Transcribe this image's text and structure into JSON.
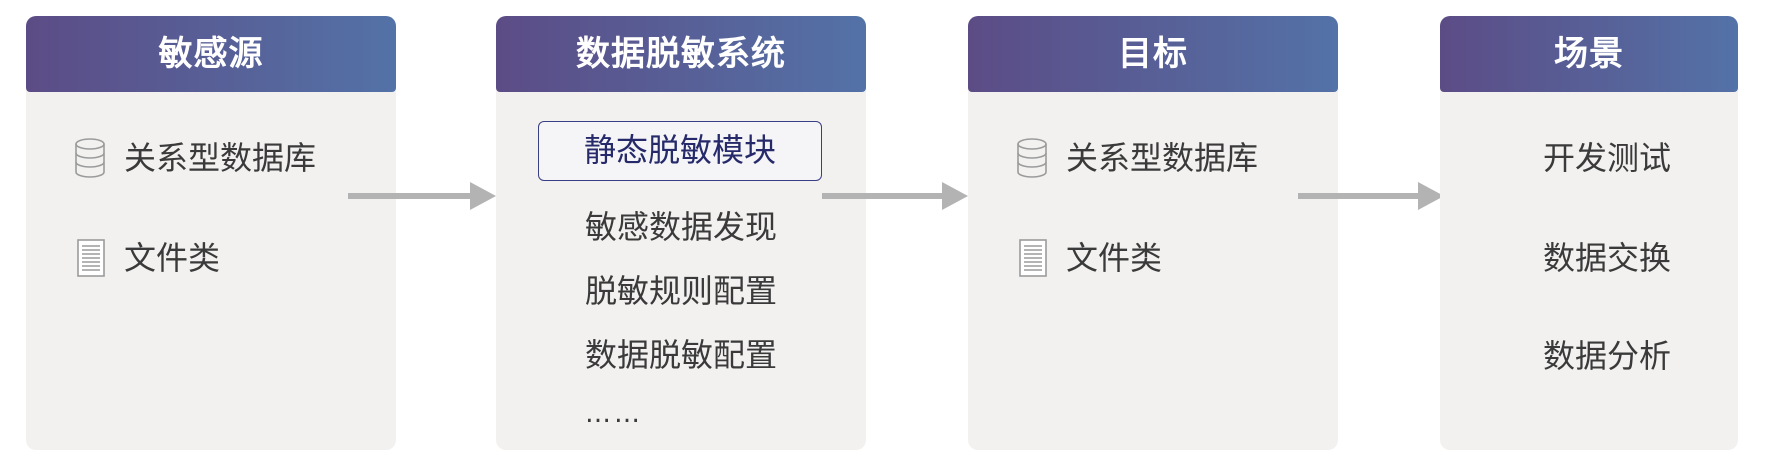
{
  "panels": [
    {
      "title": "敏感源",
      "items": [
        {
          "label": "关系型数据库",
          "icon": "database-icon"
        },
        {
          "label": "文件类",
          "icon": "file-icon"
        }
      ]
    },
    {
      "title": "数据脱敏系统",
      "module": "静态脱敏模块",
      "items": [
        "敏感数据发现",
        "脱敏规则配置",
        "数据脱敏配置",
        "……"
      ]
    },
    {
      "title": "目标",
      "items": [
        {
          "label": "关系型数据库",
          "icon": "database-icon"
        },
        {
          "label": "文件类",
          "icon": "file-icon"
        }
      ]
    },
    {
      "title": "场景",
      "items": [
        "开发测试",
        "数据交换",
        "数据分析"
      ]
    }
  ],
  "colors": {
    "header_start": "#5c4c86",
    "header_end": "#5372a7",
    "panel_bg": "#f2f1f0",
    "arrow": "#b3b3b3",
    "module_border": "#3a3e84"
  }
}
